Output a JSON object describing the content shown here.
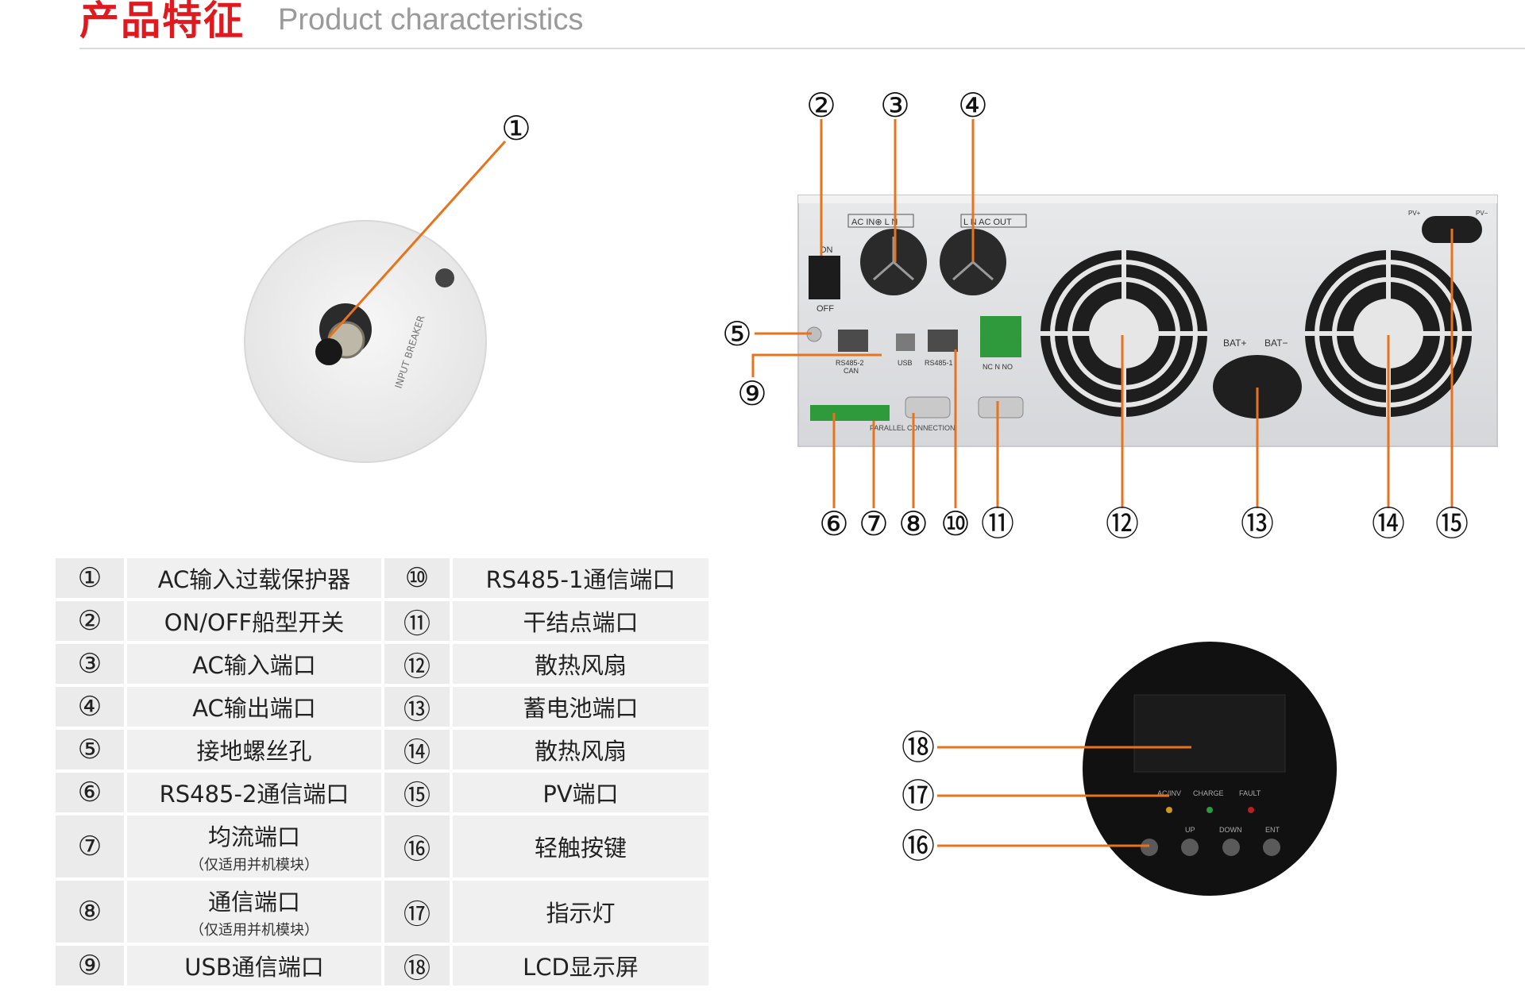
{
  "header": {
    "title_cn": "产品特征",
    "title_en": "Product characteristics"
  },
  "panel_labels": {
    "switch_on": "ON",
    "switch_off": "OFF",
    "ac_in": "AC IN⊕ L N",
    "ac_out": "L N AC OUT",
    "rs485_2": "RS485-2",
    "can": "CAN",
    "usb": "USB",
    "rs485_1": "RS485-1",
    "dry_contact": "NC N NO",
    "parallel": "PARALLEL CONNECTION",
    "bat_pos": "BAT+",
    "bat_neg": "BAT−",
    "pv_pos": "PV+",
    "pv_neg": "PV−",
    "breaker_text": "INPUT BREAKER"
  },
  "front_panel": {
    "led1": "AC/INV",
    "led2": "CHARGE",
    "led3": "FAULT",
    "btn2": "UP",
    "btn3": "DOWN",
    "btn4": "ENT"
  },
  "callouts": [
    "①",
    "②",
    "③",
    "④",
    "⑤",
    "⑥",
    "⑦",
    "⑧",
    "⑨",
    "⑩",
    "⑪",
    "⑫",
    "⑬",
    "⑭",
    "⑮",
    "⑯",
    "⑰",
    "⑱"
  ],
  "colors": {
    "accent": "#e0191e",
    "leader": "#e8731c",
    "cell": "#f0f0f0"
  },
  "table": [
    {
      "n1": "①",
      "t1": "AC输入过载保护器",
      "note1": "",
      "n2": "⑩",
      "t2": "RS485-1通信端口"
    },
    {
      "n1": "②",
      "t1": "ON/OFF船型开关",
      "note1": "",
      "n2": "⑪",
      "t2": "干结点端口"
    },
    {
      "n1": "③",
      "t1": "AC输入端口",
      "note1": "",
      "n2": "⑫",
      "t2": "散热风扇"
    },
    {
      "n1": "④",
      "t1": "AC输出端口",
      "note1": "",
      "n2": "⑬",
      "t2": "蓄电池端口"
    },
    {
      "n1": "⑤",
      "t1": "接地螺丝孔",
      "note1": "",
      "n2": "⑭",
      "t2": "散热风扇"
    },
    {
      "n1": "⑥",
      "t1": "RS485-2通信端口",
      "note1": "",
      "n2": "⑮",
      "t2": "PV端口"
    },
    {
      "n1": "⑦",
      "t1": "均流端口",
      "note1": "（仅适用并机模块）",
      "n2": "⑯",
      "t2": "轻触按键"
    },
    {
      "n1": "⑧",
      "t1": "通信端口",
      "note1": "（仅适用并机模块）",
      "n2": "⑰",
      "t2": "指示灯"
    },
    {
      "n1": "⑨",
      "t1": "USB通信端口",
      "note1": "",
      "n2": "⑱",
      "t2": "LCD显示屏"
    }
  ]
}
